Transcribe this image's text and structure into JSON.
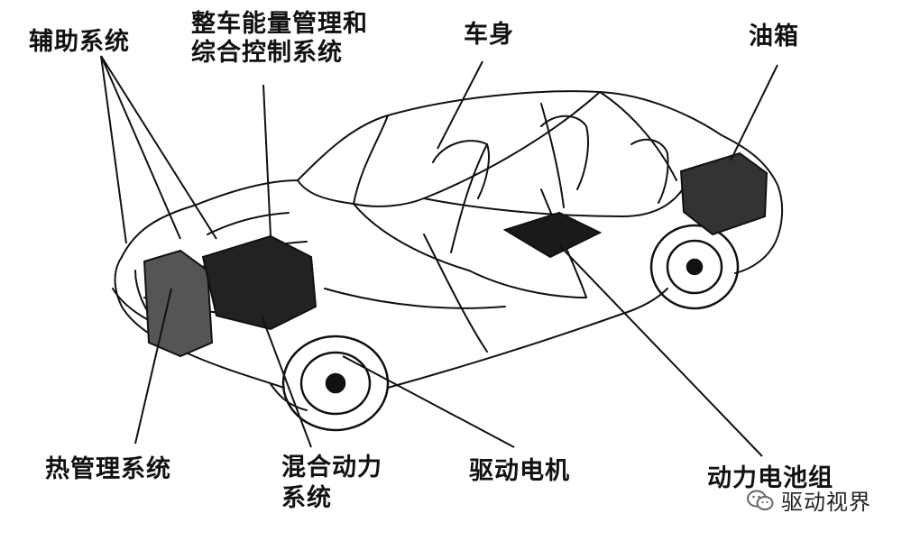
{
  "labels": {
    "auxiliary": "辅助系统",
    "energy_line1": "整车能量管理和",
    "energy_line2": "综合控制系统",
    "body": "车身",
    "fuel_tank": "油箱",
    "thermal": "热管理系统",
    "hybrid_line1": "混合动力",
    "hybrid_line2": "系统",
    "motor": "驱动电机",
    "battery": "动力电池组"
  },
  "watermark": {
    "text": "驱动视界",
    "icon": "wechat-icon"
  }
}
